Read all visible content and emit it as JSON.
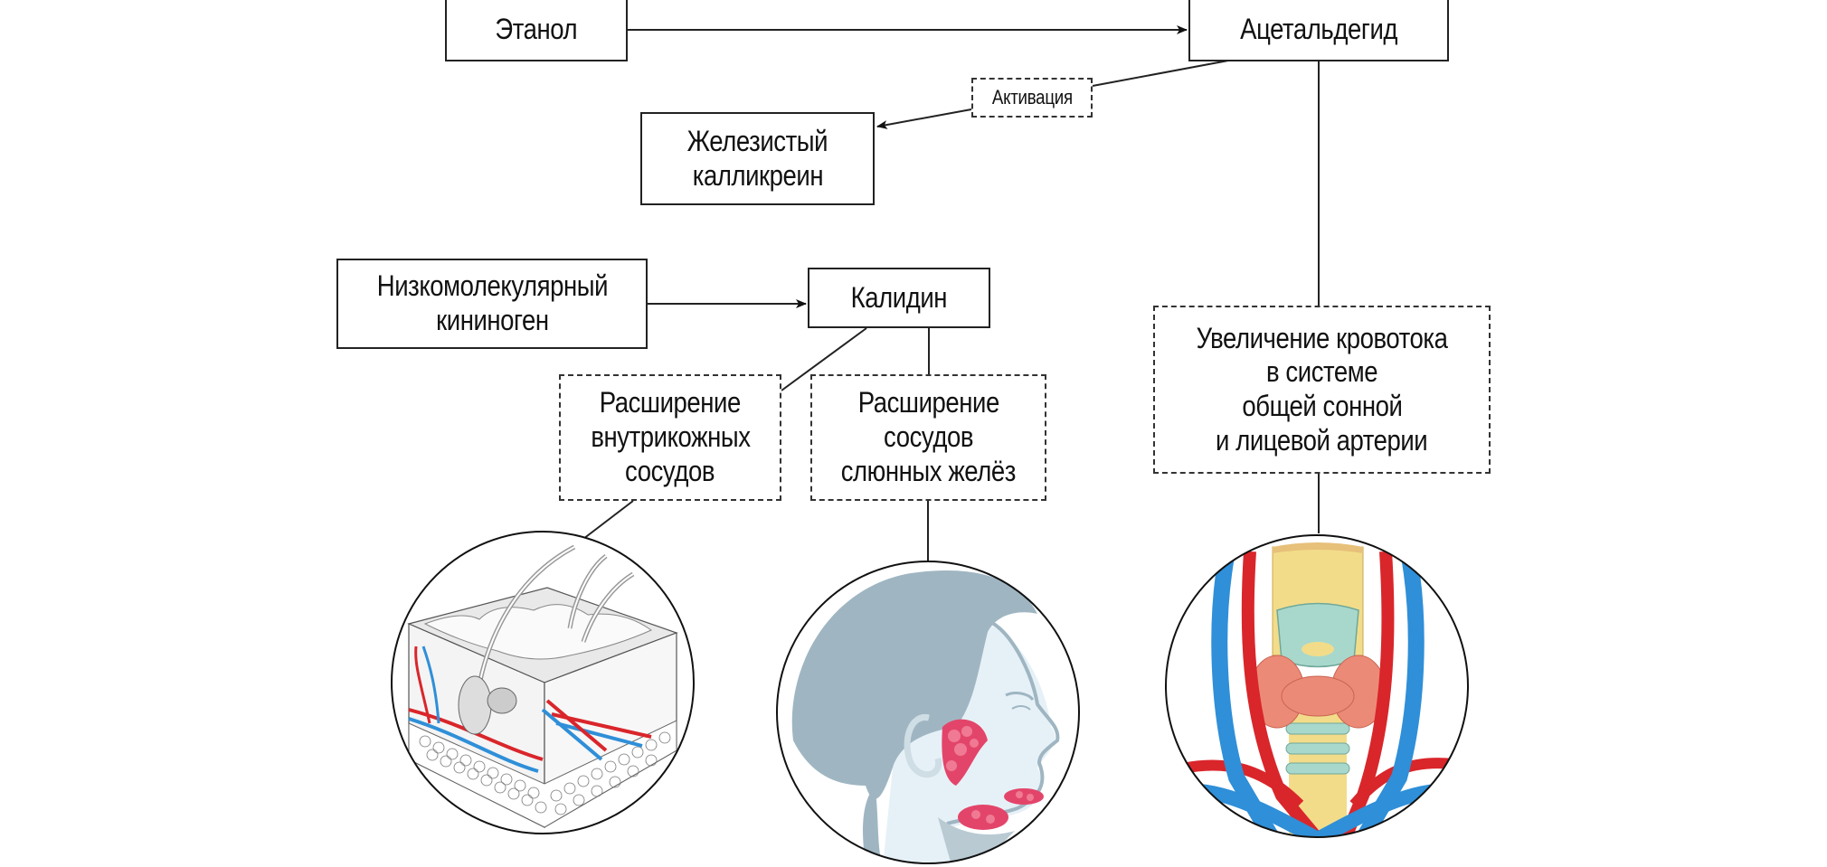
{
  "diagram": {
    "nodes": {
      "ethanol": {
        "label": "Этанол"
      },
      "acetaldehyde": {
        "label": "Ацетальдегид"
      },
      "activation": {
        "label": "Активация"
      },
      "glandular_kallikrein": {
        "lines": [
          "Железистый",
          "калликреин"
        ]
      },
      "lmw_kininogen": {
        "lines": [
          "Низкомолекулярный",
          "кининоген"
        ]
      },
      "kallidin": {
        "label": "Калидин"
      },
      "skin_vessel_dilation": {
        "lines": [
          "Расширение",
          "внутрикожных",
          "сосудов"
        ]
      },
      "salivary_vessel_dilation": {
        "lines": [
          "Расширение",
          "сосудов",
          "слюнных желёз"
        ]
      },
      "blood_flow_increase": {
        "lines": [
          "Увеличение кровотока",
          "в системе",
          "общей сонной",
          "и лицевой артерии"
        ]
      }
    },
    "edges": [
      {
        "from": "ethanol",
        "to": "acetaldehyde",
        "type": "arrow"
      },
      {
        "from": "acetaldehyde",
        "to": "glandular_kallikrein",
        "type": "arrow",
        "via": "activation"
      },
      {
        "from": "lmw_kininogen",
        "to": "kallidin",
        "type": "arrow"
      },
      {
        "from": "kallidin",
        "to": "skin_vessel_dilation",
        "type": "line"
      },
      {
        "from": "kallidin",
        "to": "salivary_vessel_dilation",
        "type": "line"
      },
      {
        "from": "acetaldehyde",
        "to": "blood_flow_increase",
        "type": "line"
      },
      {
        "from": "skin_vessel_dilation",
        "to": "skin-illustration",
        "type": "line"
      },
      {
        "from": "salivary_vessel_dilation",
        "to": "head-illustration",
        "type": "line"
      },
      {
        "from": "blood_flow_increase",
        "to": "neck-illustration",
        "type": "line"
      }
    ],
    "illustrations": [
      {
        "id": "skin-illustration",
        "depicts": "skin cross-section with blood vessels"
      },
      {
        "id": "head-illustration",
        "depicts": "head profile with salivary glands"
      },
      {
        "id": "neck-illustration",
        "depicts": "neck with thyroid, trachea, carotid arteries and jugular veins"
      }
    ],
    "colors": {
      "artery": "#d9262b",
      "vein": "#2f8fd8",
      "gland": "#e3456a",
      "hair": "#9fb6c2",
      "skin": "#e6f1f7",
      "thyroid": "#ec8a78",
      "cartilage": "#a8d8cc",
      "trachea": "#f2dc8a"
    }
  }
}
